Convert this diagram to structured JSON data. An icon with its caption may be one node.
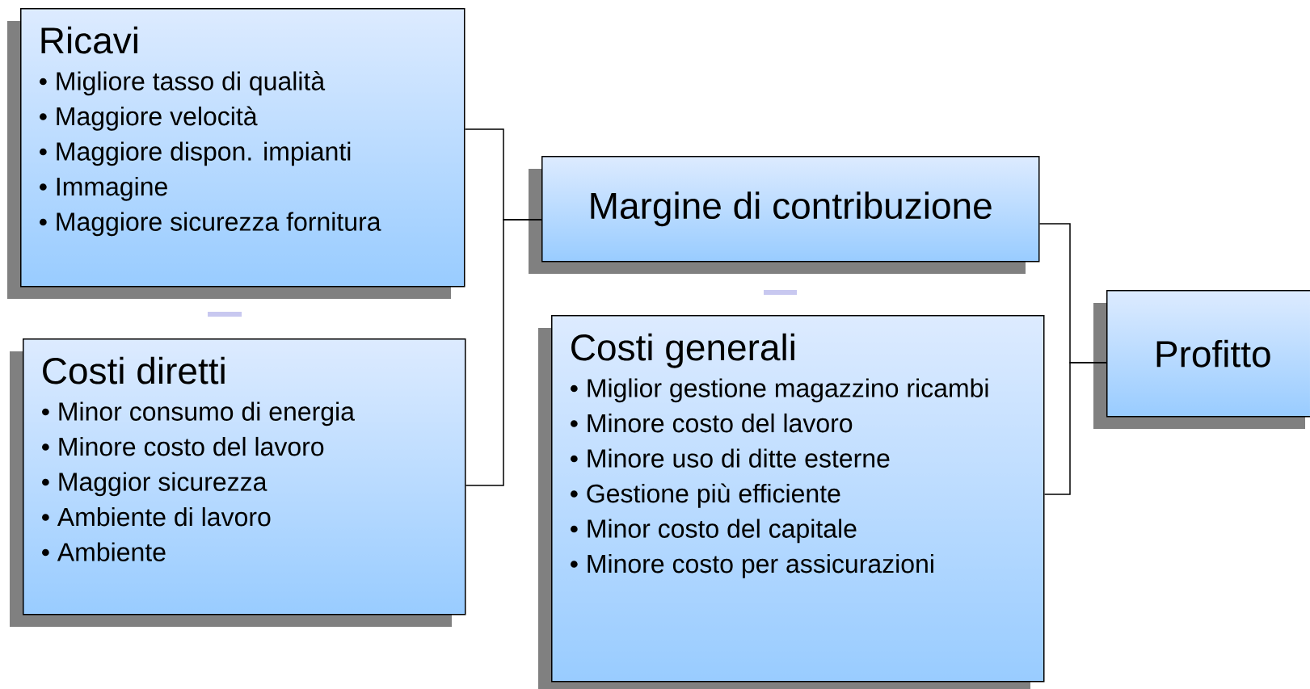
{
  "diagram": {
    "nodes": [
      {
        "text": [
          "Ricavi",
          "• Migliore tasso di qualità",
          "• Maggiore velocità",
          "• Maggiore dispon. impianti",
          "• Immagine",
          "• Maggiore sicurezza fornitura"
        ]
      },
      {
        "text": [
          "Costi diretti",
          "• Minor consumo di energia",
          "• Minore costo del lavoro",
          "• Maggior sicurezza",
          "• Ambiente di lavoro",
          "• Ambiente"
        ]
      },
      {
        "text": [
          "Margine di contribuzione"
        ]
      },
      {
        "text": [
          "Costi generali",
          "• Miglior gestione magazzino ricambi",
          "• Minore costo del lavoro",
          "• Minore uso di ditte esterne",
          "• Gestione più efficiente",
          "• Minor costo del capitale",
          "• Minore costo per assicurazioni"
        ]
      },
      {
        "text": [
          "Profitto"
        ]
      }
    ],
    "edges": [
      {
        "from": 0,
        "to": 2,
        "arrow": "none"
      },
      {
        "from": 1,
        "to": 2,
        "arrow": "none"
      },
      {
        "from": 2,
        "to": 4,
        "arrow": "none"
      },
      {
        "from": 3,
        "to": 4,
        "arrow": "none"
      }
    ]
  }
}
